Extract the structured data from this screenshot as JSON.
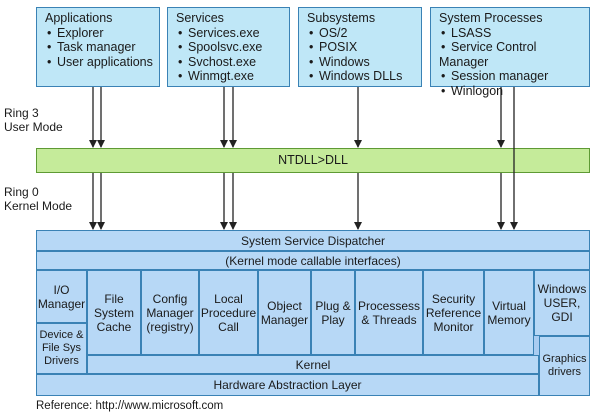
{
  "top_boxes": [
    {
      "title": "Applications",
      "items": [
        "Explorer",
        "Task manager",
        "User applications"
      ]
    },
    {
      "title": "Services",
      "items": [
        "Services.exe",
        "Spoolsvc.exe",
        "Svchost.exe",
        "Winmgt.exe"
      ]
    },
    {
      "title": "Subsystems",
      "items": [
        "OS/2",
        "POSIX",
        "Windows",
        "Windows DLLs"
      ]
    },
    {
      "title": "System Processes",
      "items": [
        "LSASS",
        "Service Control Manager",
        "Session manager",
        "Winlogon"
      ]
    }
  ],
  "ring3": {
    "line1": "Ring 3",
    "line2": "User Mode"
  },
  "ring0": {
    "line1": "Ring 0",
    "line2": "Kernel Mode"
  },
  "ntdll": "NTDLL>DLL",
  "kernel_mode": {
    "dispatcher": "System Service Dispatcher",
    "interfaces": "(Kernel mode callable interfaces)",
    "io_manager": "I/O Manager",
    "device_drivers": "Device & File Sys Drivers",
    "file_cache": "File System Cache",
    "config_manager": "Config Manager (registry)",
    "lpc": "Local Procedure Call",
    "object_manager": "Object Manager",
    "plug_play": "Plug & Play",
    "processes": "Processess & Threads",
    "security": "Security Reference Monitor",
    "virtual_memory": "Virtual Memory",
    "windows_gdi": "Windows USER, GDI",
    "graphics_drivers": "Graphics drivers",
    "kernel": "Kernel",
    "hal": "Hardware Abstraction Layer"
  },
  "reference": "Reference: http://www.microsoft.com",
  "colors": {
    "user_box": "#bfe7f7",
    "ntdll": "#c5eb9a",
    "kernel_box": "#b7d8f6",
    "border": "#3a82b5"
  }
}
